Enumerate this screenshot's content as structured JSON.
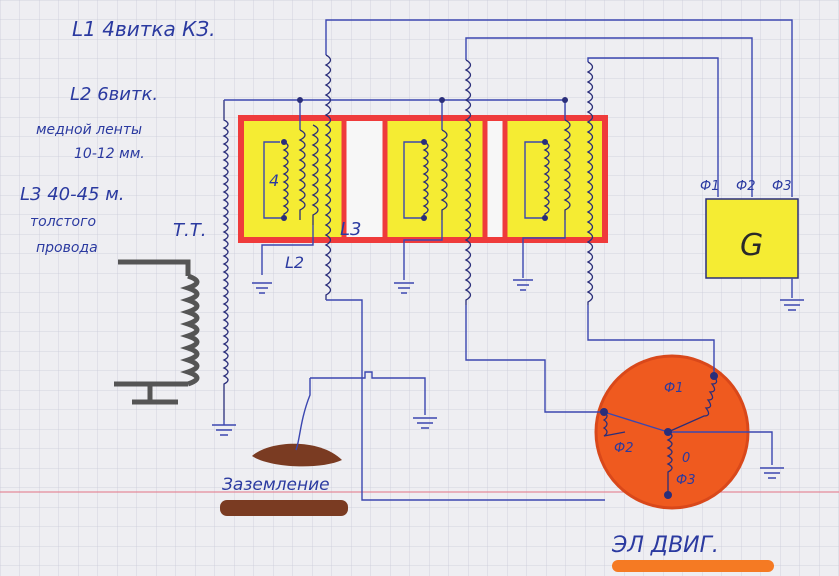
{
  "notes": {
    "l1": "L1 4витка КЗ.",
    "l2_line1": "L2 6витк.",
    "l2_line2": "медной ленты",
    "l2_line3": "10-12 мм.",
    "l3_line1": "L3 40-45 м.",
    "l3_line2": "толстого",
    "l3_line3": "провода"
  },
  "labels": {
    "tt": "Т.Т.",
    "l2": "L2",
    "l3": "L3",
    "core_one": "4",
    "generator": "G",
    "phase1": "Ф1",
    "phase2": "Ф2",
    "phase3": "Ф3",
    "motor_p1": "Ф1",
    "motor_p2": "Ф2",
    "motor_p3": "Ф3",
    "motor_zero": "0",
    "ground": "Заземление",
    "motor": "ЭЛ ДВИГ."
  },
  "colors": {
    "ink": "#3b47b0",
    "core_fill": "#f5ec33",
    "core_border": "#ef3b3b",
    "motor_fill": "#ef5a1f",
    "ground_brush": "#7a3b22"
  }
}
